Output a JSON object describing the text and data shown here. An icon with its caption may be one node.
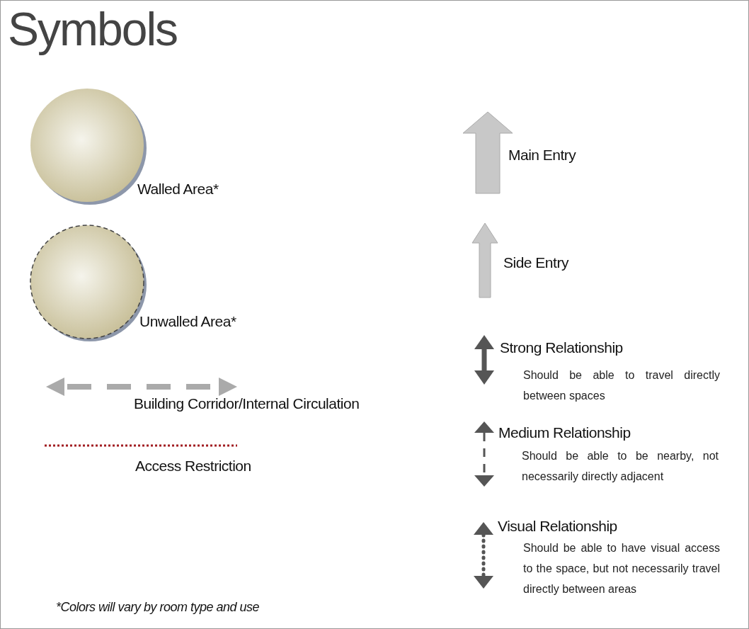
{
  "diagram": {
    "title": "Symbols",
    "caption": "*Colors will vary by room type and use",
    "legend": [
      {
        "text": "Walled Area*"
      },
      {
        "text": "Unwalled Area*"
      },
      {
        "text": "Building Corridor/Internal Circulation"
      },
      {
        "text": "Access Restriction"
      },
      {
        "text": "Main Entry"
      },
      {
        "text": "Side Entry"
      },
      {
        "text": "Strong Relationship"
      },
      {
        "text": "Medium Relationship"
      },
      {
        "text": "Visual Relationship"
      }
    ],
    "labels": [
      "Should be able to travel directly between spaces",
      "Should be able to be nearby, not necessarily directly adjacent",
      "Should be able to have visual access to the space, but not necessarily travel directly between areas"
    ]
  }
}
